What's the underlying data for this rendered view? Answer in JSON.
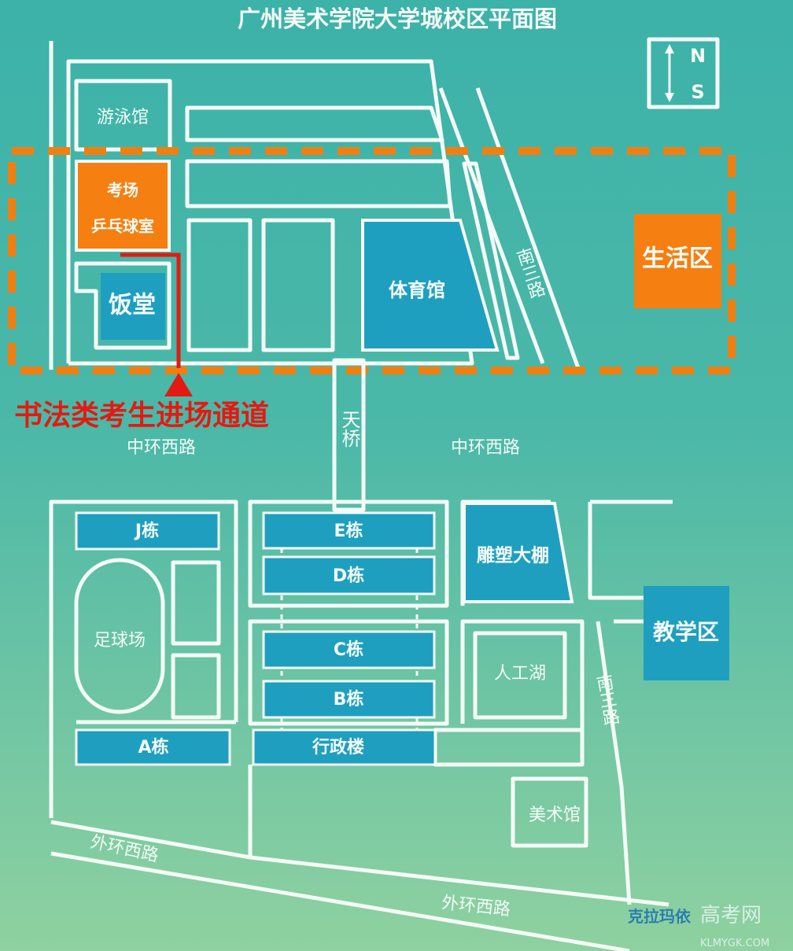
{
  "title": "广州美术学院大学城校区平面图",
  "compass": {
    "north": "N",
    "south": "S"
  },
  "colors": {
    "bg_top": "#3cb2a9",
    "bg_bottom": "#8fd1a0",
    "building": "#1e9fc0",
    "highlight": "#f57f10",
    "route": "#e31a12"
  },
  "north_campus": {
    "swimming": "游泳馆",
    "exam_line1": "考场",
    "exam_line2": "乒乓球室",
    "canteen": "饭堂",
    "gym": "体育馆",
    "road_south3": "南三路",
    "living": "生活区"
  },
  "route_label": "书法类考生进场通道",
  "bridge": "天桥",
  "road_middle_left": "中环西路",
  "road_middle_right": "中环西路",
  "south_campus": {
    "j": "J栋",
    "e": "E栋",
    "d": "D栋",
    "c": "C栋",
    "b": "B栋",
    "a": "A栋",
    "admin": "行政楼",
    "football": "足球场",
    "sculpture": "雕塑大棚",
    "teaching": "教学区",
    "lake": "人工湖",
    "road_south3": "南三路",
    "museum": "美术馆"
  },
  "road_outer_left": "外环西路",
  "road_outer_right": "外环西路",
  "watermark": {
    "brand": "克拉玛依",
    "site": "高考网",
    "url": "KLMYGK.COM"
  }
}
